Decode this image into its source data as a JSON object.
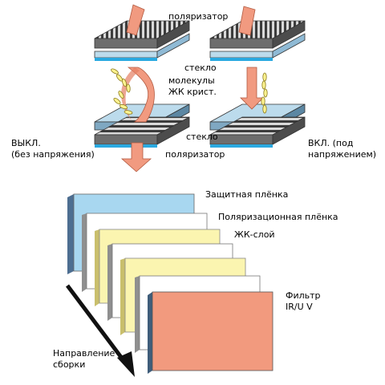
{
  "top_diagram": {
    "labels": {
      "polarizer_top": "поляризатор",
      "glass_top": "стекло",
      "molecules_line1": "молекулы",
      "molecules_line2": "ЖК крист.",
      "glass_bottom": "стекло",
      "polarizer_bottom": "поляризатор"
    },
    "state_off": {
      "line1": "ВЫКЛ.",
      "line2": "(без напряжения)"
    },
    "state_on": {
      "line1": "ВКЛ. (под",
      "line2": "напряжением)"
    }
  },
  "bottom_diagram": {
    "layers": {
      "protective_film": "Защитная плёнка",
      "polarizing_film": "Поляризационная плёнка",
      "lc_layer": "ЖК-слой",
      "filter_line1": "Фильтр",
      "filter_line2": "IR/U V"
    },
    "direction_line1": "Направление",
    "direction_line2": "сборки"
  },
  "colors": {
    "arrow_fill": "#f19a80",
    "glass_blue": "#d4ecf7",
    "panel_gray": "#8f8f8f",
    "protective_blue": "#a8d7f0",
    "lc_yellow": "#fbf5b0",
    "filter_salmon": "#f29a7e"
  }
}
